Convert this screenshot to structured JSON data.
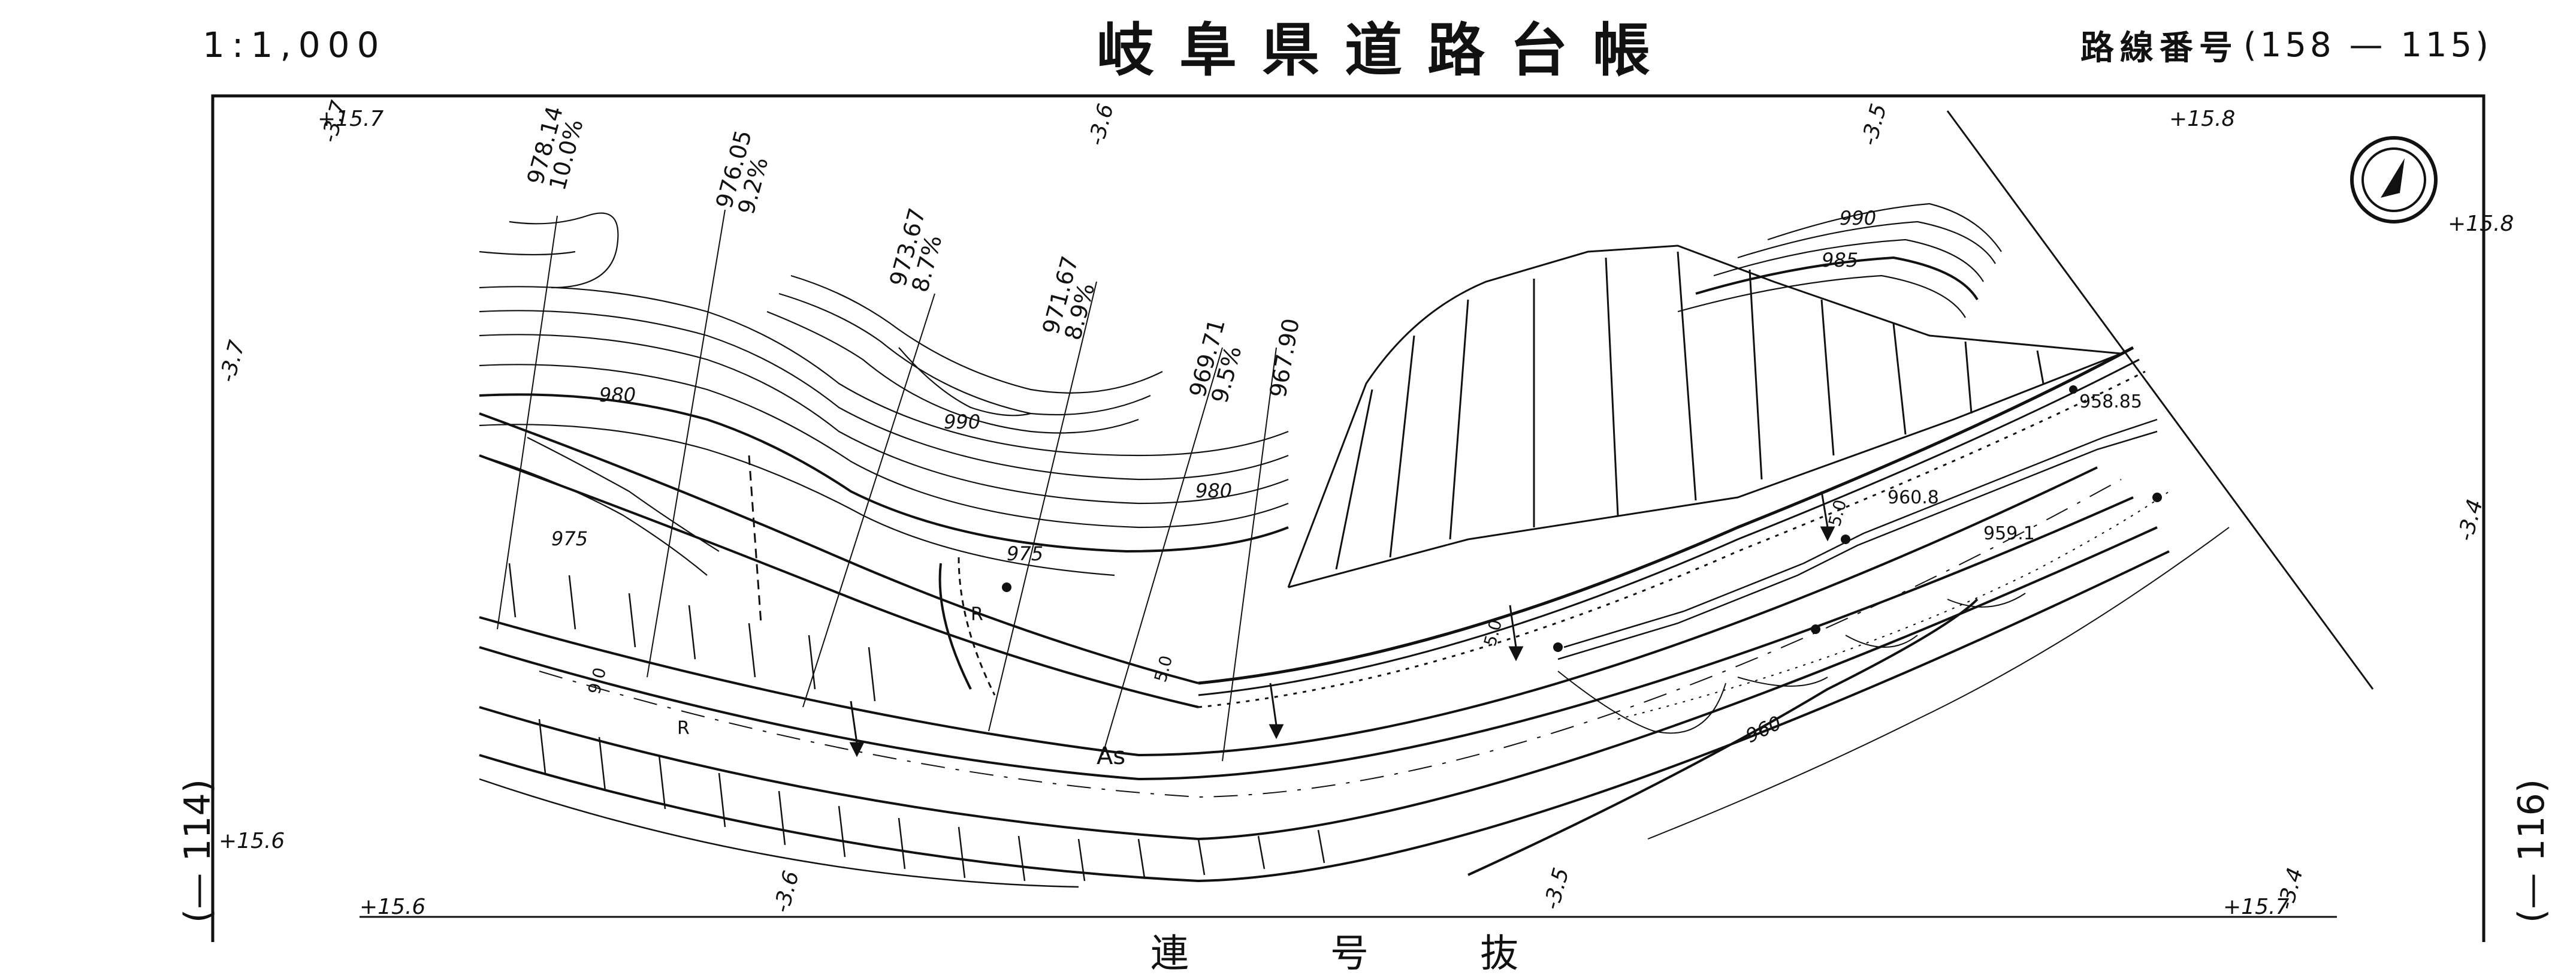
{
  "header": {
    "scale": "1:1,000",
    "title": "岐阜県道路台帳",
    "route_label": "路線番号",
    "route_open": "(",
    "route_value": "158 — 115",
    "route_close": ")"
  },
  "adjacent": {
    "left": "(— 114)",
    "right": "(— 116)"
  },
  "footer": {
    "partial": [
      "連",
      "号",
      "抜"
    ]
  },
  "profile": [
    {
      "elev": "978.14",
      "grade": "10.0%"
    },
    {
      "elev": "976.05",
      "grade": "9.2%"
    },
    {
      "elev": "973.67",
      "grade": "8.7%"
    },
    {
      "elev": "971.67",
      "grade": "8.9%"
    },
    {
      "elev": "969.71",
      "grade": "9.5%"
    },
    {
      "elev": "967.90",
      "grade": ""
    }
  ],
  "contours": [
    "980",
    "975",
    "990",
    "980",
    "975",
    "990",
    "985",
    "960"
  ],
  "spot_heights": [
    "958.85",
    "960.8",
    "959.1"
  ],
  "grid": [
    "+15.7",
    "+15.8",
    "+15.8",
    "+15.6",
    "+15.6",
    "+15.7",
    "-3.7",
    "-3.6",
    "-3.5",
    "-3.7",
    "-3.4",
    "-3.6",
    "-3.5",
    "-3.4"
  ],
  "surface": "As",
  "road_marks": [
    "R",
    "R",
    "5.0",
    "9.0",
    "5.0",
    "5.0"
  ],
  "colors": {
    "ink": "#111111",
    "paper": "#ffffff"
  }
}
